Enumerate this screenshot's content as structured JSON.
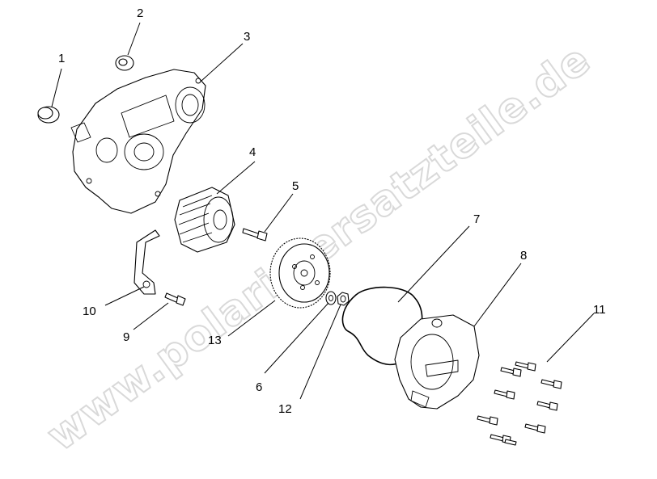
{
  "watermark": "www.polaris-ersatzteile.de",
  "callouts": [
    {
      "id": "1",
      "label": "1"
    },
    {
      "id": "2",
      "label": "2"
    },
    {
      "id": "3",
      "label": "3"
    },
    {
      "id": "4",
      "label": "4"
    },
    {
      "id": "5",
      "label": "5"
    },
    {
      "id": "6",
      "label": "6"
    },
    {
      "id": "7",
      "label": "7"
    },
    {
      "id": "8",
      "label": "8"
    },
    {
      "id": "9",
      "label": "9"
    },
    {
      "id": "10",
      "label": "10"
    },
    {
      "id": "11",
      "label": "11"
    },
    {
      "id": "12",
      "label": "12"
    },
    {
      "id": "13",
      "label": "13"
    }
  ]
}
